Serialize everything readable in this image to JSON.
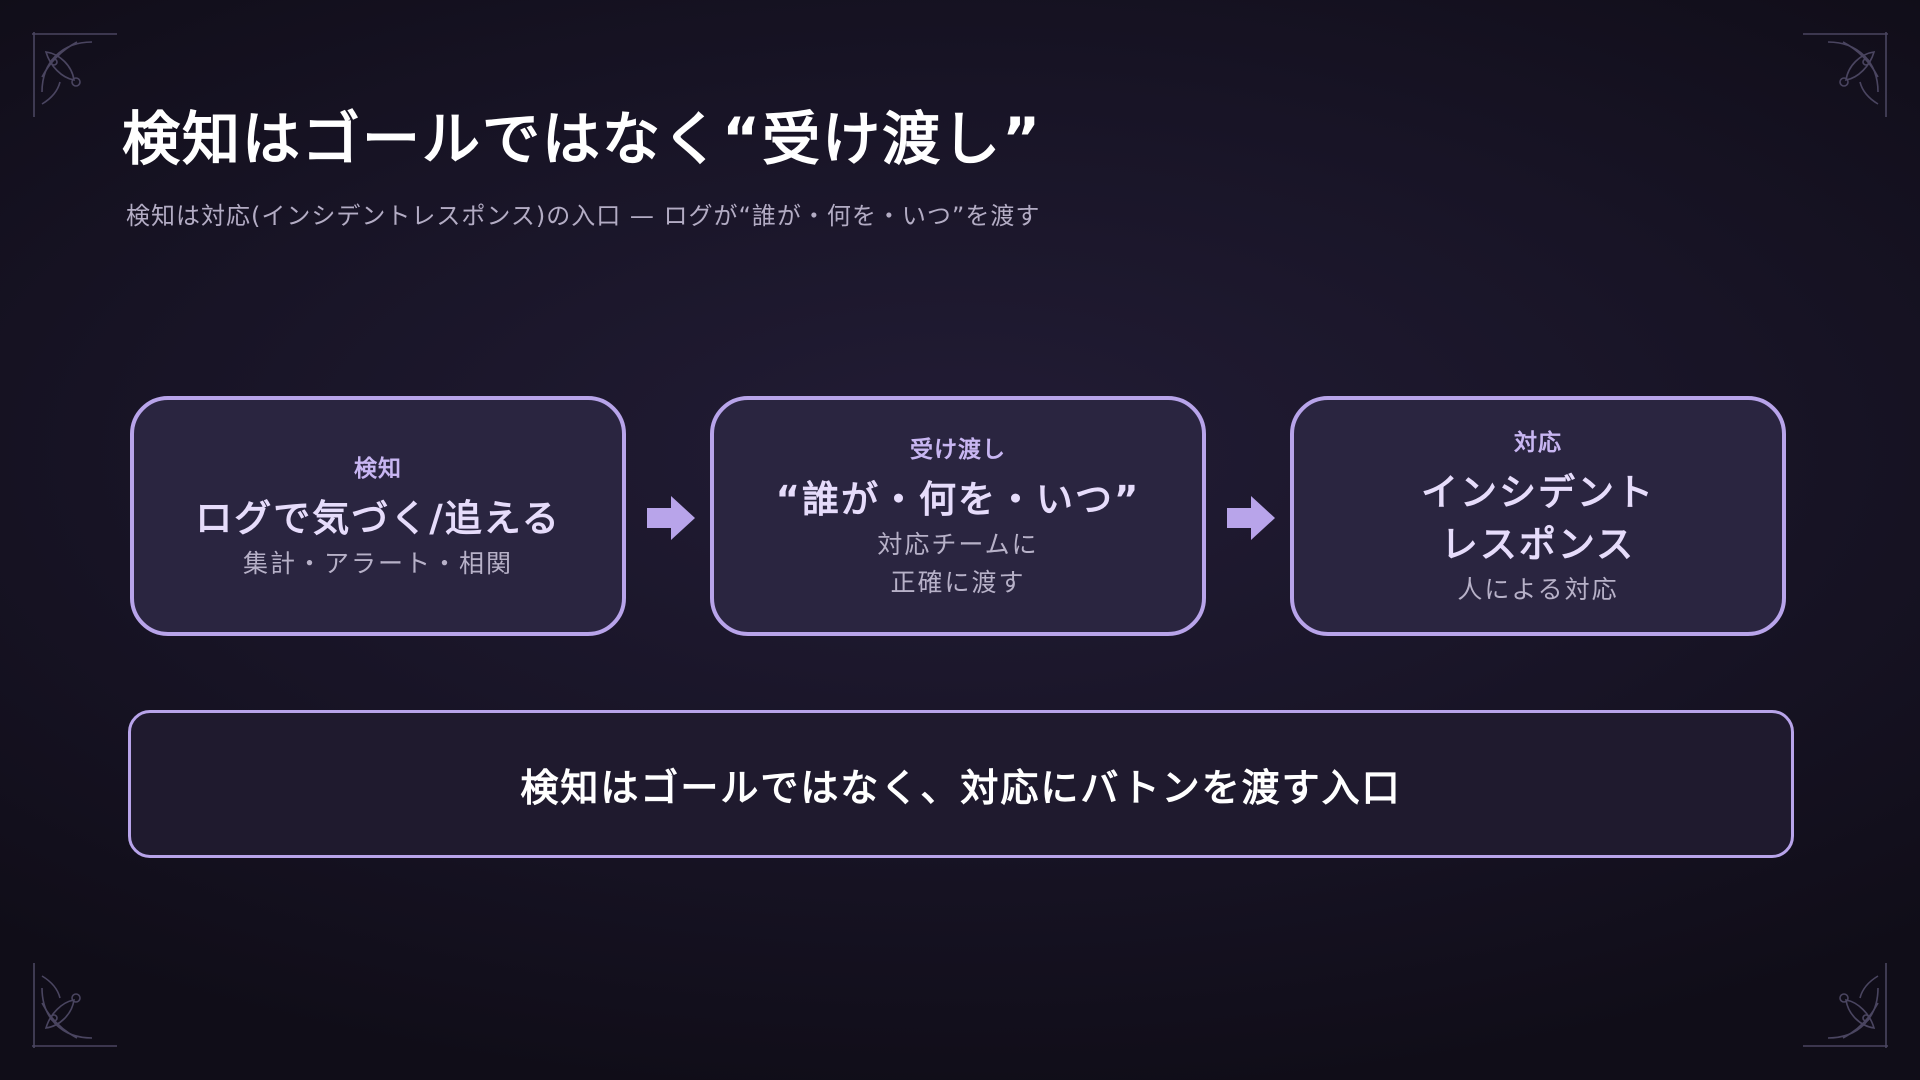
{
  "slide": {
    "title": "検知はゴールではなく“受け渡し”",
    "subtitle": "検知は対応(インシデントレスポンス)の入口 — ログが“誰が・何を・いつ”を渡す"
  },
  "flow": {
    "steps": [
      {
        "label": "検知",
        "heading": "ログで気づく/追える",
        "description": "集計・アラート・相関"
      },
      {
        "label": "受け渡し",
        "heading": "“誰が・何を・いつ”",
        "description": "対応チームに\n正確に渡す"
      },
      {
        "label": "対応",
        "heading": "インシデント\nレスポンス",
        "description": "人による対応"
      }
    ]
  },
  "summary": {
    "text": "検知はゴールではなく、対応にバトンを渡す入口"
  },
  "colors": {
    "accent": "#b8a4ea",
    "box_fill": "#2a2540",
    "background": "#181426"
  },
  "icons": {
    "arrow": "arrow-right-icon",
    "corner": "corner-ornament-icon"
  }
}
